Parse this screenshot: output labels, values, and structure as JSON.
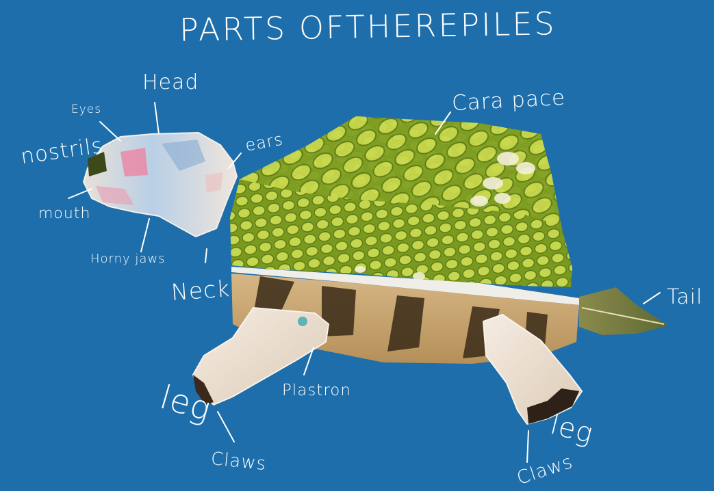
{
  "title": "PARTS OFTHEREPILES",
  "labels": {
    "head": "Head",
    "eyes": "Eyes",
    "nostrils": "nostrils",
    "mouth": "mouth",
    "ears": "ears",
    "horny_jaws": "Horny jaws",
    "neck": "Neck",
    "carapace": "Cara pace",
    "tail": "Tail",
    "plastron": "Plastron",
    "leg_left": "leg",
    "leg_right": "leg",
    "claws_left": "Claws",
    "claws_right": "Claws"
  },
  "colors": {
    "background": "#1d6eaa",
    "ink": "#ffffff",
    "carapace_light": "#d8e26a",
    "carapace_dark": "#6e8e1e",
    "plastron": "#c9a774",
    "plastron_stripe": "#3a2a17",
    "skin": "#efe2d2",
    "head_tint": "#bcd0e6",
    "blush": "#e98aa6"
  }
}
